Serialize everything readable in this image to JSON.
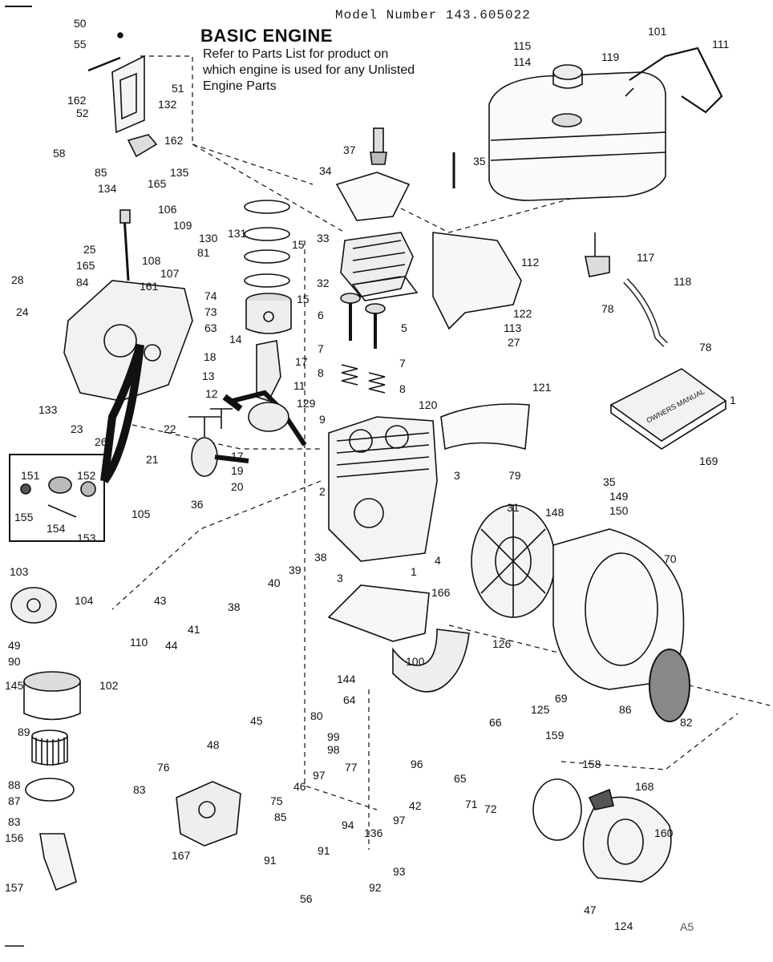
{
  "header": {
    "model_number": "Model Number 143.605022",
    "title": "BASIC ENGINE",
    "subtitle_lines": [
      "Refer to Parts List for product on",
      "which engine is used for any Unlisted",
      "Engine Parts"
    ]
  },
  "callouts": {
    "c50": "50",
    "c55": "55",
    "c162a": "162",
    "c52": "52",
    "c51": "51",
    "c132": "132",
    "c58": "58",
    "c162b": "162",
    "c85a": "85",
    "c134": "134",
    "c165a": "165",
    "c135": "135",
    "c37": "37",
    "c34": "34",
    "c35a": "35",
    "c115": "115",
    "c114": "114",
    "c119": "119",
    "c101": "101",
    "c111": "111",
    "c106": "106",
    "c109": "109",
    "c130": "130",
    "c131": "131",
    "c15a": "15",
    "c25": "25",
    "c108": "108",
    "c81": "81",
    "c33": "33",
    "c112": "112",
    "c117": "117",
    "c118": "118",
    "c78a": "78",
    "c78b": "78",
    "c28": "28",
    "c165b": "165",
    "c84": "84",
    "c161": "161",
    "c107": "107",
    "c74": "74",
    "c73": "73",
    "c63": "63",
    "c32": "32",
    "c122": "122",
    "c113": "113",
    "c27": "27",
    "c24": "24",
    "c15b": "15",
    "c6": "6",
    "c5": "5",
    "c14": "14",
    "c18": "18",
    "c17a": "17",
    "c7a": "7",
    "c7b": "7",
    "c8a": "8",
    "c8b": "8",
    "c9": "9",
    "c120": "120",
    "c121": "121",
    "c133": "133",
    "c13": "13",
    "c11": "11",
    "c12": "12",
    "c129": "129",
    "c23": "23",
    "c22": "22",
    "c26": "26",
    "c169": "169",
    "c1a": "1",
    "c21": "21",
    "c17b": "17",
    "c19": "19",
    "c20": "20",
    "c151": "151",
    "c152": "152",
    "c155": "155",
    "c154": "154",
    "c153": "153",
    "c3a": "3",
    "c79": "79",
    "c35b": "35",
    "c149": "149",
    "c150": "150",
    "c2": "2",
    "c31": "31",
    "c148": "148",
    "c105": "105",
    "c36": "36",
    "c38a": "38",
    "c39": "39",
    "c40": "40",
    "c38b": "38",
    "c4": "4",
    "c70": "70",
    "c103": "103",
    "c104": "104",
    "c43": "43",
    "c166": "166",
    "c3b": "3",
    "c1b": "1",
    "c110": "110",
    "c44": "44",
    "c41": "41",
    "c100": "100",
    "c49": "49",
    "c90": "90",
    "c102": "102",
    "c145": "145",
    "c144": "144",
    "c126": "126",
    "c64": "64",
    "c80": "80",
    "c125": "125",
    "c69": "69",
    "c86": "86",
    "c82": "82",
    "c89": "89",
    "c45": "45",
    "c66": "66",
    "c99": "99",
    "c98": "98",
    "c159": "159",
    "c48": "48",
    "c65": "65",
    "c96": "96",
    "c88": "88",
    "c76": "76",
    "c97a": "97",
    "c77": "77",
    "c158": "158",
    "c46": "46",
    "c71": "71",
    "c72": "72",
    "c87": "87",
    "c83a": "83",
    "c75": "75",
    "c42": "42",
    "c168": "168",
    "c85b": "85",
    "c97b": "97",
    "c83b": "83",
    "c94": "94",
    "c136": "136",
    "c160": "160",
    "c156": "156",
    "c91a": "91",
    "c91b": "91",
    "c167": "167",
    "c93": "93",
    "c157": "157",
    "c92": "92",
    "c56": "56",
    "c47": "47",
    "c124": "124"
  },
  "manual_cover_text": "OWNERS MANUAL",
  "footer_code": "A5"
}
